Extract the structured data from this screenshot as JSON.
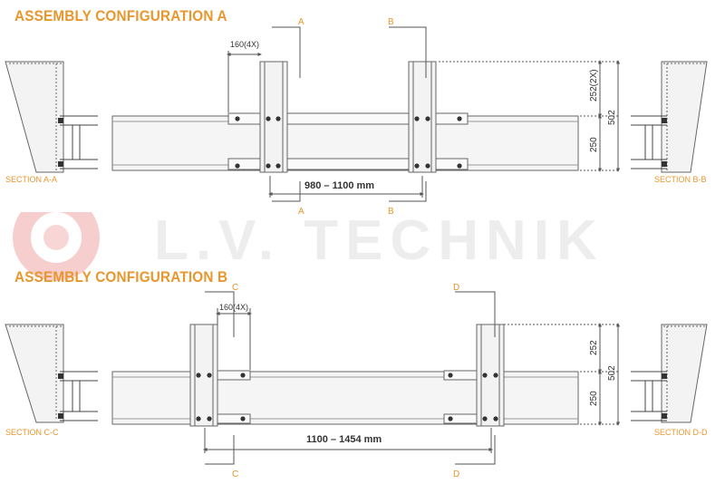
{
  "config_a": {
    "title": "ASSEMBLY CONFIGURATION A",
    "left_section": "SECTION A-A",
    "right_section": "SECTION B-B",
    "cut_left": "A",
    "cut_right": "B",
    "spacing_dim": "160(4X)",
    "range_dim": "980 – 1100 mm",
    "upper_height": "252(2X)",
    "lower_height": "250",
    "total_height": "502"
  },
  "config_b": {
    "title": "ASSEMBLY CONFIGURATION B",
    "left_section": "SECTION C-C",
    "right_section": "SECTION D-D",
    "cut_left": "C",
    "cut_right": "D",
    "spacing_dim": "160(4X)",
    "range_dim": "1100 – 1454 mm",
    "upper_height": "252",
    "lower_height": "250",
    "total_height": "502"
  },
  "watermark": "L.V. TECHNIK",
  "colors": {
    "accent": "#e8962e",
    "line": "#666666",
    "dim": "#555555",
    "fill": "#f3f3f3",
    "watermark": "#ededed",
    "watermark_logo": "#f6c9c9"
  }
}
